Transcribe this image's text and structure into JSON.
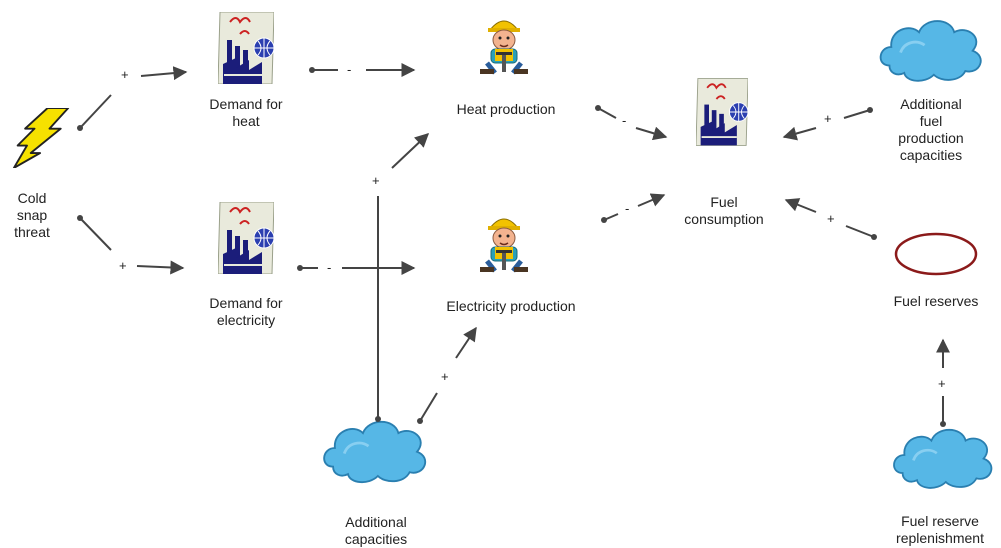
{
  "nodes": {
    "cold_snap": {
      "label": [
        "Cold",
        "snap",
        "threat"
      ],
      "icon": "lightning-icon",
      "color": "#f5e000"
    },
    "demand_heat": {
      "label": [
        "Demand for",
        "heat"
      ],
      "icon": "factory-icon"
    },
    "demand_electricity": {
      "label": [
        "Demand for",
        "electricity"
      ],
      "icon": "factory-icon"
    },
    "heat_production": {
      "label": [
        "Heat production"
      ],
      "icon": "worker-icon"
    },
    "electricity_production": {
      "label": [
        "Electricity production"
      ],
      "icon": "worker-icon"
    },
    "additional_capacities": {
      "label": [
        "Additional",
        "capacities"
      ],
      "icon": "cloud-icon",
      "color": "#5ab8e6"
    },
    "fuel_consumption": {
      "label": [
        "Fuel",
        "consumption"
      ],
      "icon": "factory-icon"
    },
    "additional_fuel_capacities": {
      "label": [
        "Additional",
        "fuel",
        "production",
        "capacities"
      ],
      "icon": "cloud-icon",
      "color": "#5ab8e6"
    },
    "fuel_reserves": {
      "label": [
        "Fuel reserves"
      ],
      "icon": "ellipse-icon",
      "color": "#8b1a1a"
    },
    "fuel_reserve_replenishment": {
      "label": [
        "Fuel reserve",
        "replenishment"
      ],
      "icon": "cloud-icon",
      "color": "#5ab8e6"
    }
  },
  "links": [
    {
      "from": "cold_snap",
      "to": "demand_heat",
      "sign": "+"
    },
    {
      "from": "cold_snap",
      "to": "demand_electricity",
      "sign": "+"
    },
    {
      "from": "demand_heat",
      "to": "heat_production",
      "sign": "-"
    },
    {
      "from": "demand_electricity",
      "to": "electricity_production",
      "sign": "-"
    },
    {
      "from": "additional_capacities",
      "to": "heat_production",
      "sign": "+"
    },
    {
      "from": "additional_capacities",
      "to": "electricity_production",
      "sign": "+"
    },
    {
      "from": "heat_production",
      "to": "fuel_consumption",
      "sign": "-"
    },
    {
      "from": "electricity_production",
      "to": "fuel_consumption",
      "sign": "-"
    },
    {
      "from": "additional_fuel_capacities",
      "to": "fuel_consumption",
      "sign": "+"
    },
    {
      "from": "fuel_reserves",
      "to": "fuel_consumption",
      "sign": "+"
    },
    {
      "from": "fuel_reserve_replenishment",
      "to": "fuel_reserves",
      "sign": "+"
    }
  ]
}
